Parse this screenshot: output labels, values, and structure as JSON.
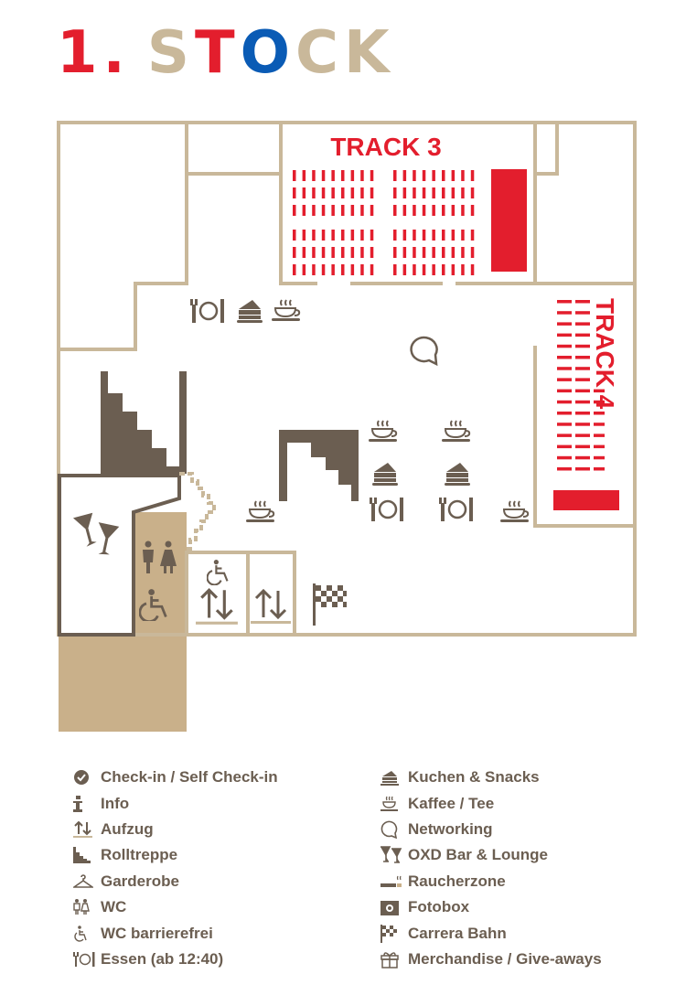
{
  "title": {
    "number": "1.",
    "letters": [
      "S",
      "T",
      "O",
      "C",
      "K"
    ]
  },
  "colors": {
    "wall": "#c9b89a",
    "dark": "#6b5e51",
    "red": "#e31e2d",
    "blue": "#0a5bb5",
    "sand": "#c9b08a"
  },
  "map": {
    "track3": {
      "label": "TRACK 3"
    },
    "track4": {
      "label": "TRACK 4"
    }
  },
  "legend": {
    "left": [
      {
        "icon": "check-in-icon",
        "label": "Check-in / Self Check-in"
      },
      {
        "icon": "info-icon",
        "label": "Info"
      },
      {
        "icon": "elevator-icon",
        "label": "Aufzug"
      },
      {
        "icon": "escalator-icon",
        "label": "Rolltreppe"
      },
      {
        "icon": "hanger-icon",
        "label": "Garderobe"
      },
      {
        "icon": "wc-icon",
        "label": "WC"
      },
      {
        "icon": "wheelchair-icon",
        "label": "WC barrierefrei"
      },
      {
        "icon": "cutlery-icon",
        "label": "Essen (ab 12:40)"
      }
    ],
    "right": [
      {
        "icon": "cake-icon",
        "label": "Kuchen & Snacks"
      },
      {
        "icon": "coffee-icon",
        "label": "Kaffee / Tee"
      },
      {
        "icon": "speech-bubble-icon",
        "label": "Networking"
      },
      {
        "icon": "cocktail-icon",
        "label": "OXD Bar & Lounge"
      },
      {
        "icon": "cigarette-icon",
        "label": "Raucherzone"
      },
      {
        "icon": "camera-icon",
        "label": "Fotobox"
      },
      {
        "icon": "checkered-flag-icon",
        "label": "Carrera Bahn"
      },
      {
        "icon": "gift-icon",
        "label": "Merchandise / Give-aways"
      }
    ]
  }
}
